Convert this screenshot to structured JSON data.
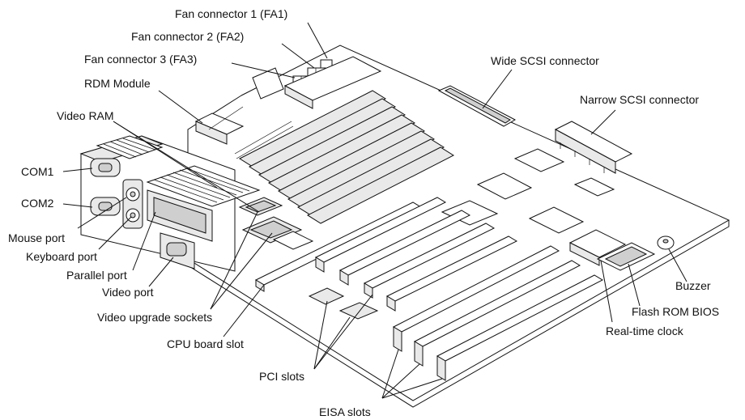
{
  "labels": {
    "fan1": "Fan connector 1 (FA1)",
    "fan2": "Fan connector 2 (FA2)",
    "fan3": "Fan connector 3 (FA3)",
    "rdm": "RDM Module",
    "video_ram": "Video RAM",
    "com1": "COM1",
    "com2": "COM2",
    "mouse": "Mouse port",
    "keyboard": "Keyboard port",
    "parallel": "Parallel port",
    "video_port": "Video port",
    "video_upgrade": "Video upgrade sockets",
    "cpu_slot": "CPU board slot",
    "pci": "PCI slots",
    "eisa": "EISA slots",
    "wide_scsi": "Wide SCSI connector",
    "narrow_scsi": "Narrow SCSI connector",
    "buzzer": "Buzzer",
    "flash": "Flash ROM BIOS",
    "rtc": "Real-time clock"
  }
}
